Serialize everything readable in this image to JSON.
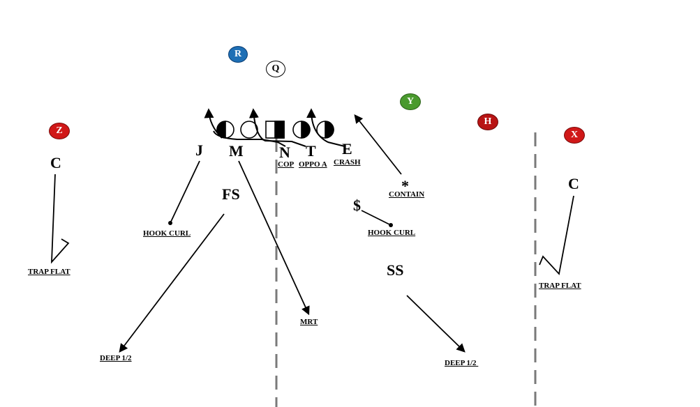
{
  "offense": {
    "R": {
      "label": "R",
      "color": "#1e6fb5"
    },
    "Q": {
      "label": "Q",
      "color": "#ffffff"
    },
    "Y": {
      "label": "Y",
      "color": "#4a9a2e"
    },
    "H": {
      "label": "H",
      "color": "#b81414"
    },
    "X": {
      "label": "X",
      "color": "#d01818"
    },
    "Z": {
      "label": "Z",
      "color": "#d01818"
    }
  },
  "defense": {
    "J": "J",
    "M": "M",
    "N": "N",
    "T": "T",
    "E": "E",
    "FS": "FS",
    "SS": "SS",
    "dollar": "$",
    "star": "*",
    "C_left": "C",
    "C_right": "C"
  },
  "assignments": {
    "cop": "COP",
    "oppo_a": "OPPO A",
    "crash": "CRASH",
    "contain": "CONTAIN",
    "hook_curl_left": "HOOK CURL",
    "hook_curl_right": "HOOK CURL",
    "trap_flat_left": "TRAP FLAT",
    "trap_flat_right": "TRAP FLAT",
    "mrt": "MRT",
    "deep_half_left": "DEEP 1/2",
    "deep_half_right": "DEEP 1/2 "
  }
}
